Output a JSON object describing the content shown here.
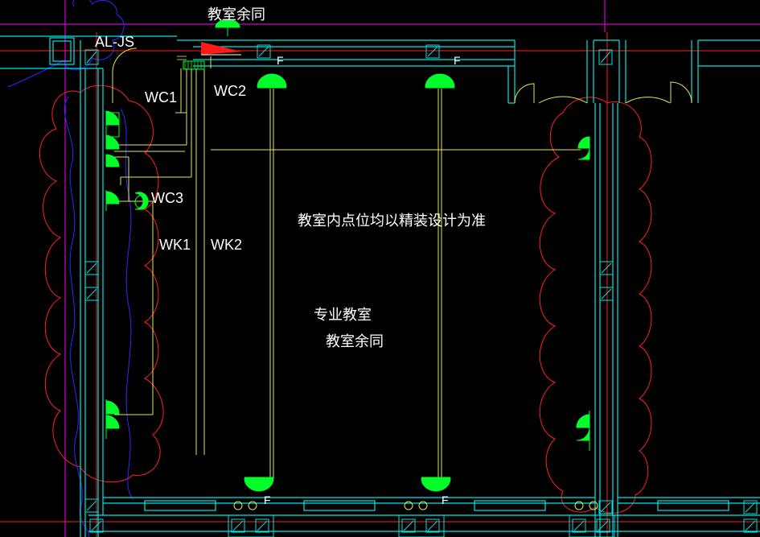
{
  "drawing": {
    "background": "#000000",
    "colors": {
      "wall": "#00e5e5",
      "wire": "#e5e54f",
      "fixture": "#00ff2a",
      "cloud": "#ff2020",
      "axis": "#ff2020",
      "door": "#e5e54f",
      "frame": "#ff00ff",
      "hatch": "#ffffff",
      "panel": "#ff1a1a",
      "blue": "#2a2aff"
    },
    "labels": {
      "top_room_note": "教室余同",
      "panel_id": "AL-JS",
      "wc1": "WC1",
      "wc2": "WC2",
      "wc3": "WC3",
      "wk1": "WK1",
      "wk2": "WK2",
      "center_note": "教室内点位均以精装设计为准",
      "room_name": "专业教室",
      "room_note": "教室余同",
      "f_tag": "F"
    },
    "symbols": {
      "ceiling_light": "half-circle-light-icon",
      "wall_light": "wall-light-icon",
      "window": "window-icon",
      "door_swing": "door-swing-icon",
      "distribution_panel": "distribution-panel-icon"
    }
  }
}
